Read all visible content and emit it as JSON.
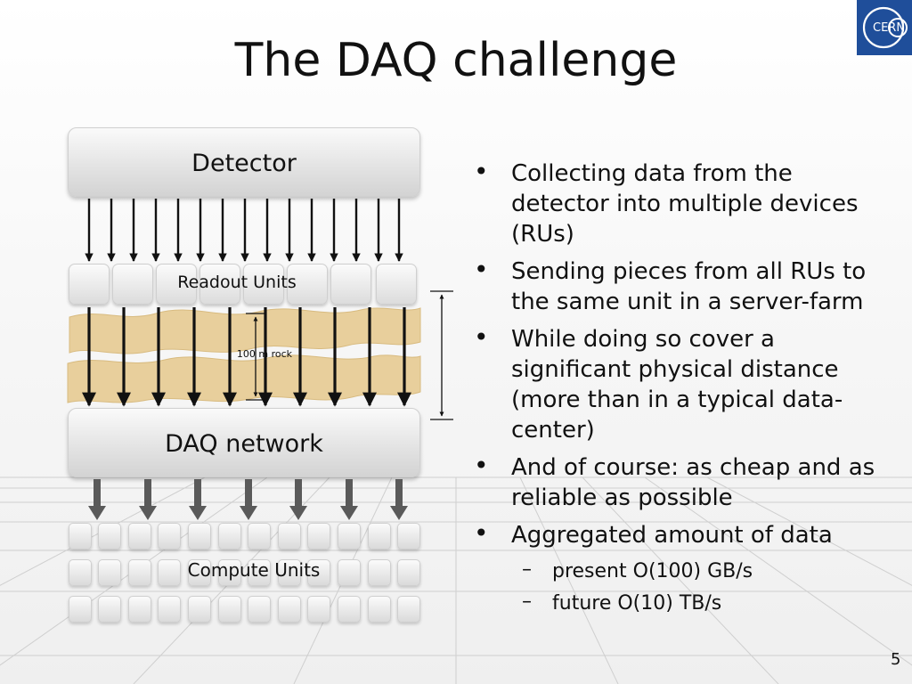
{
  "slide": {
    "title": "The DAQ challenge",
    "page_number": "5",
    "logo_text": "CERN"
  },
  "diagram": {
    "detector_label": "Detector",
    "readout_label": "Readout Units",
    "rock_label": "100 m rock",
    "network_label": "DAQ network",
    "compute_label": "Compute Units"
  },
  "bullets": [
    "Collecting data from the detector into multiple devices (RUs)",
    "Sending pieces from all RUs to the same unit in a server-farm",
    "While doing so cover a significant physical distance (more than in a typical data-center)",
    "And of course: as cheap and as reliable as possible",
    "Aggregated amount of data"
  ],
  "sub_bullets": [
    "present O(100) GB/s",
    "future O(10) TB/s"
  ],
  "colors": {
    "logo_bg": "#1f4e9a",
    "rock": "#e8cf9c",
    "arrow": "#111111"
  }
}
